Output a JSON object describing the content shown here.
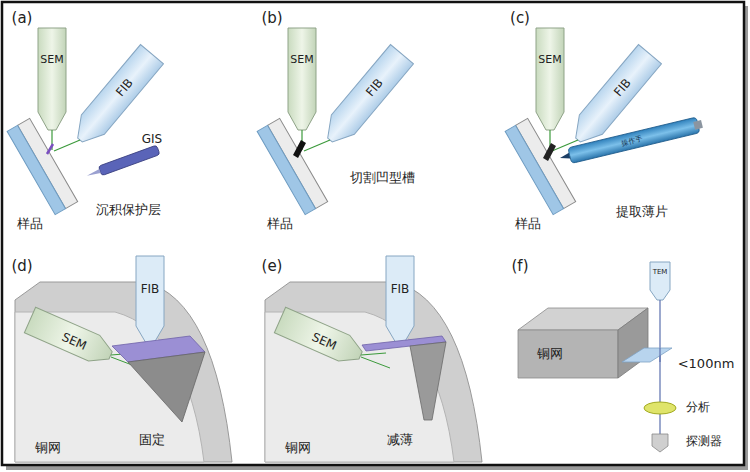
{
  "diagram": {
    "labels": [
      "(a)",
      "SEM",
      "FIB",
      "GIS",
      "样品",
      "沉积保护层",
      "(b)",
      "SEM",
      "FIB",
      "样品",
      "切割凹型槽",
      "(c)",
      "SEM",
      "FIB",
      "操作手",
      "样品",
      "提取薄片",
      "(d)",
      "FIB",
      "SEM",
      "铜网",
      "固定",
      "(e)",
      "FIB",
      "SEM",
      "铜网",
      "减薄",
      "(f)",
      "TEM",
      "铜网",
      "<100nm",
      "分析",
      "探测器"
    ]
  }
}
